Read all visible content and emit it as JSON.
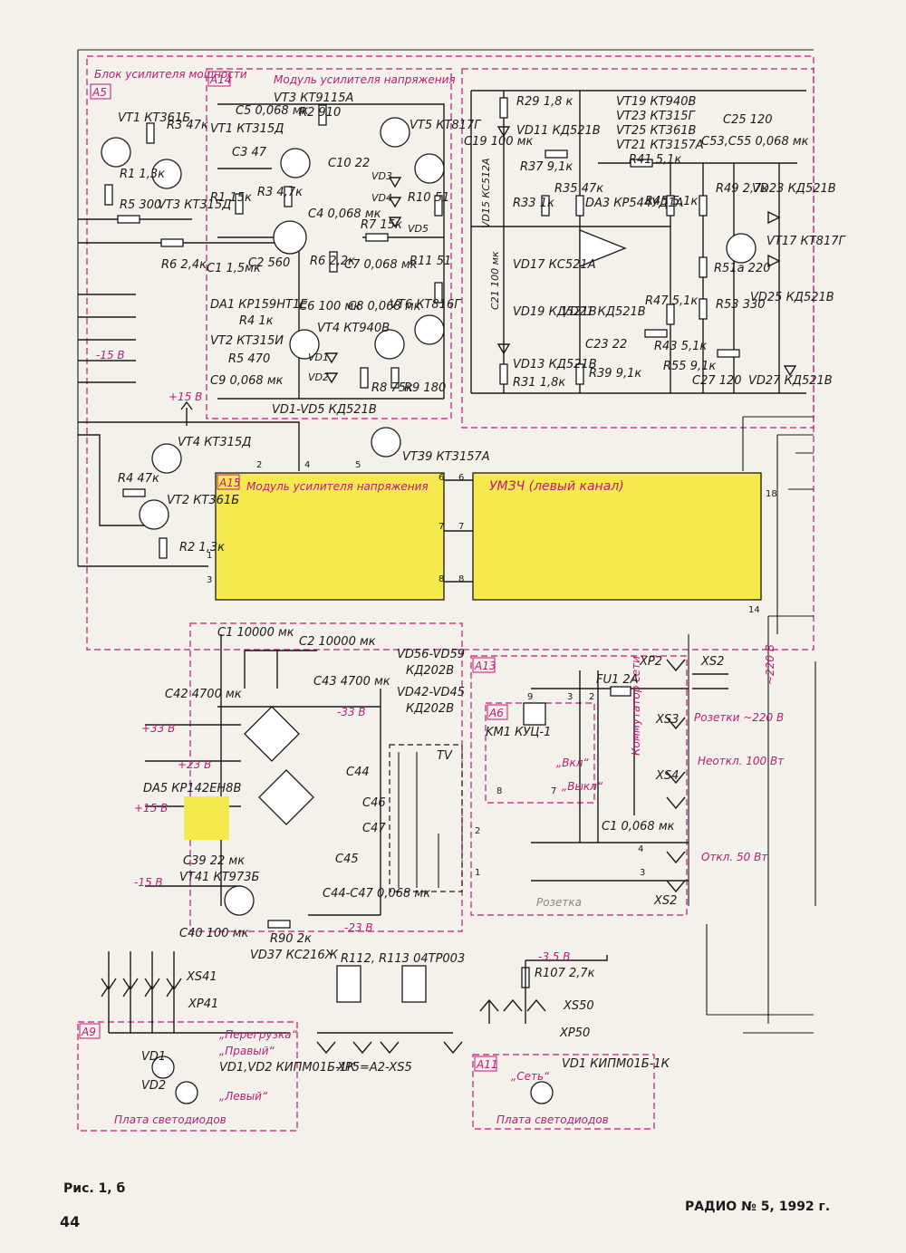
{
  "blocks": {
    "a5_title": "Блок усилителя мощности",
    "a5_ref": "A5",
    "a14_ref": "A14",
    "a14_title": "Модуль усилителя напряжения",
    "a15_ref": "A15",
    "a15_title": "Модуль усилителя напряжения",
    "umzch_title": "УМЗЧ (левый канал)",
    "a13_ref": "A13",
    "a6_ref": "A6",
    "a9_ref": "A9",
    "a9_title": "Плата светодиодов",
    "a11_ref": "A11",
    "a11_title": "Плата светодиодов",
    "socket_title": "Розетка"
  },
  "labels": {
    "vt1": "VT1 КТ361Б",
    "r3": "R3 47к",
    "r1": "R1 1,3к",
    "r5": "R5 300",
    "vt3": "VT3 КТ315Д",
    "r6": "R6 2,4к",
    "vt4": "VT4 КТ315Д",
    "r4": "R4 47к",
    "vt2": "VT2 КТ361Б",
    "r2": "R2 1,3к",
    "vt9": "VT39 КТ3157А",
    "plus15": "+15 В",
    "minus15": "-15 В",
    "m_vt3": "VT3 КТ9115А",
    "m_c5": "C5 0,068 мк",
    "m_r2": "R2 910",
    "m_vt1": "VT1 КТ315Д",
    "m_vt5": "VT5 КТ817Г",
    "m_c3": "C3 47",
    "m_c10": "C10 22",
    "m_vd3": "VD3",
    "m_vd4": "VD4",
    "m_vd5": "VD5",
    "m_r10": "R10 51",
    "m_r1": "R1 15к",
    "m_r3": "R3 4,7к",
    "m_c4": "C4 0,068 мк",
    "m_r7": "R7 15к",
    "m_r11": "R11 51",
    "m_vt6": "VT6 КТ816Г",
    "m_c1": "C1 1,5мк",
    "m_c2": "C2 560",
    "m_r6": "R6 2,2к",
    "m_c7": "C7 0,068 мк",
    "m_da1": "DA1 КР159НТ1Е",
    "m_c6": "C6 100 мк",
    "m_c8": "C8 0,068 мк",
    "m_r4": "R4 1к",
    "m_vt4": "VT4 КТ940В",
    "m_vt2": "VT2 КТ315И",
    "m_r5": "R5 470",
    "m_vd1": "VD1",
    "m_vd2": "VD2",
    "m_r8": "R8 75к",
    "m_r9": "R9 180",
    "m_c9": "C9 0,068 мк",
    "m_vd": "VD1-VD5 КД521В",
    "r29": "R29 1,8 к",
    "vd11": "VD11 КД521В",
    "c19": "C19 100 мк",
    "r37": "R37 9,1к",
    "vt19": "VT19 КТ940В",
    "vt23": "VT23 КТ315Г",
    "vt25": "VT25 КТ361В",
    "vt21": "VT21 КТ3157А",
    "c25": "C25 120",
    "c53": "C53,C55 0,068 мк",
    "r41": "R41 5,1к",
    "vd15": "VD15 КС512А",
    "r33": "R33 1к",
    "r35": "R35 47к",
    "da3": "DA3 КР544УД1А",
    "r45": "R45 5,1к",
    "r49": "R49 2,7к",
    "vd23": "VD23 КД521В",
    "vt17": "VT17 КТ817Г",
    "r51": "R51a 220",
    "r53": "R53 330",
    "vd25": "VD25 КД521В",
    "c21": "C21 100 мк",
    "vd17": "VD17 КС521А",
    "vd19": "VD19 КД521В",
    "vd21": "VD21 КД521В",
    "r47": "R47 5,1к",
    "c23": "C23 22",
    "r43": "R43 5,1к",
    "vd13": "VD13 КД521В",
    "r55": "R55 9,1к",
    "r31": "R31 1,8к",
    "r39": "R39 9,1к",
    "c27": "C27 120",
    "vd27": "VD27 КД521В",
    "p_c1": "C1 10000 мк",
    "p_c2": "C2 10000 мк",
    "vd56": "VD56-VD59",
    "kd202": "КД202В",
    "vd42": "VD42-VD45",
    "c42": "C42 4700 мк",
    "c43": "C43 4700 мк",
    "p33": "+33 В",
    "m33": "-33 В",
    "p23": "+23 В",
    "da5": "DA5 КР142ЕН8В",
    "c44": "C44",
    "c46": "C46",
    "c47": "C47",
    "c45": "C45",
    "tv": "TV",
    "c39": "C39 22 мк",
    "vt41": "VT41 КТ973Б",
    "c4447": "C44-C47 0,068 мк",
    "c40": "C40 100 мк",
    "r90": "R90 2к",
    "m23": "-23 В",
    "vd37": "VD37 КС216Ж",
    "r112": "R112, R113 04ТР003",
    "xs41": "XS41",
    "xp41": "XP41",
    "xp5": "XP5=A2-XS5",
    "r107": "R107 2,7к",
    "m35": "-3,5 В",
    "xs50": "XS50",
    "xp50": "XP50",
    "km1": "KM1 КУЦ-1",
    "switch": "Коммутатор сети",
    "vkl": "„Вкл“",
    "vykl": "„Выкл“",
    "fu1": "FU1 2А",
    "xp2": "XP2",
    "xs2": "XS2",
    "xs3": "XS3",
    "xs4": "XS4",
    "xs2b": "XS2",
    "c1b": "C1 0,068 мк",
    "rozetki": "Розетки ~220 В",
    "ac220": "~220 В",
    "neotkl": "Неоткл. 100 Вт",
    "otkl": "Откл. 50 Вт",
    "vd1a9": "VD1",
    "vd2a9": "VD2",
    "kipm": "VD1,VD2 КИПМ01Б-1К",
    "peregruzka": "„Перегрузка“",
    "pravyi": "„Правый“",
    "levyi": "„Левый“",
    "vd1a11": "VD1 КИПМ01Б-1К",
    "set": "„Сеть“"
  },
  "footer": {
    "figure": "Рис. 1, б",
    "page": "44",
    "magazine": "РАДИО № 5, 1992 г."
  }
}
